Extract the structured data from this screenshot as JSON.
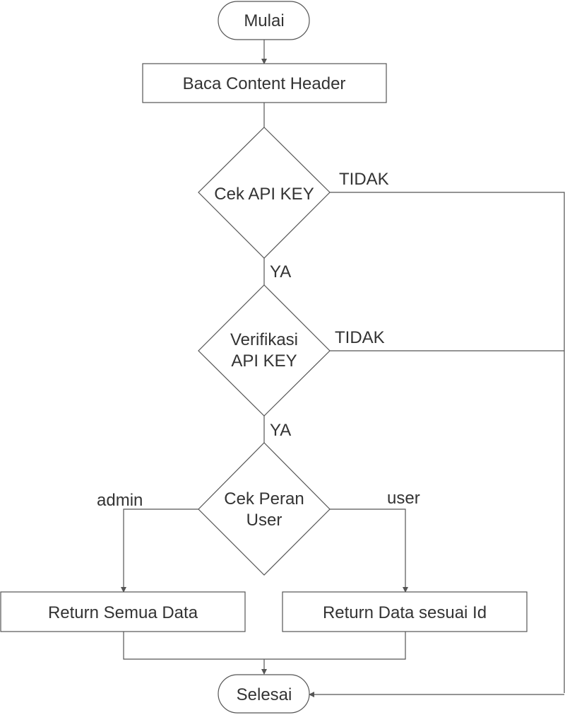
{
  "nodes": {
    "start": "Mulai",
    "read_header": "Baca Content Header",
    "check_api_key": "Cek API KEY",
    "verify_api_key": [
      "Verifikasi",
      "API KEY"
    ],
    "check_role": [
      "Cek Peran",
      "User"
    ],
    "return_all": "Return Semua Data",
    "return_by_id": "Return Data sesuai Id",
    "end": "Selesai"
  },
  "labels": {
    "check_no": "TIDAK",
    "check_yes": "YA",
    "verify_no": "TIDAK",
    "verify_yes": "YA",
    "role_admin": "admin",
    "role_user": "user"
  },
  "colors": {
    "stroke": "#555555",
    "text": "#333333",
    "background": "#ffffff"
  }
}
